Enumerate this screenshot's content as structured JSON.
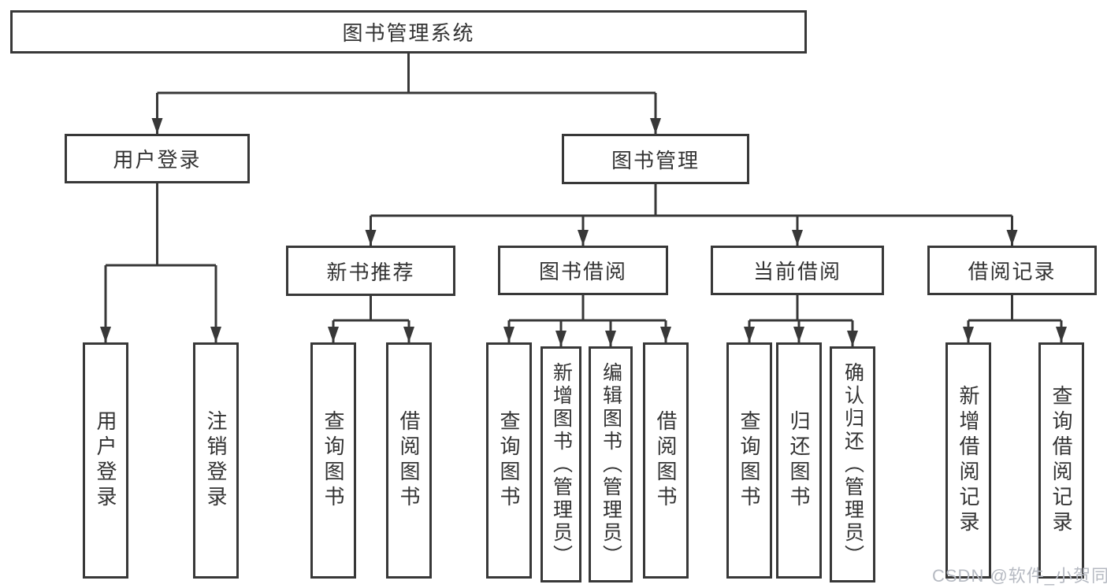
{
  "tree": {
    "root": "图书管理系统",
    "branches": [
      {
        "label": "用户登录",
        "children": [
          {
            "label": "用户登录"
          },
          {
            "label": "注销登录"
          }
        ]
      },
      {
        "label": "图书管理",
        "children": [
          {
            "label": "新书推荐",
            "children": [
              {
                "label": "查询图书"
              },
              {
                "label": "借阅图书"
              }
            ]
          },
          {
            "label": "图书借阅",
            "children": [
              {
                "label": "查询图书"
              },
              {
                "label": "新增图书（管理员）"
              },
              {
                "label": "编辑图书（管理员）"
              },
              {
                "label": "借阅图书"
              }
            ]
          },
          {
            "label": "当前借阅",
            "children": [
              {
                "label": "查询图书"
              },
              {
                "label": "归还图书"
              },
              {
                "label": "确认归还（管理员）"
              }
            ]
          },
          {
            "label": "借阅记录",
            "children": [
              {
                "label": "新增借阅记录"
              },
              {
                "label": "查询借阅记录"
              }
            ]
          }
        ]
      }
    ]
  },
  "watermark": {
    "text": "CSDN @软件_小贺同学"
  },
  "colors": {
    "line": "#383838",
    "text": "#333333",
    "background": "#ffffff",
    "watermark": "#b6bac2"
  }
}
